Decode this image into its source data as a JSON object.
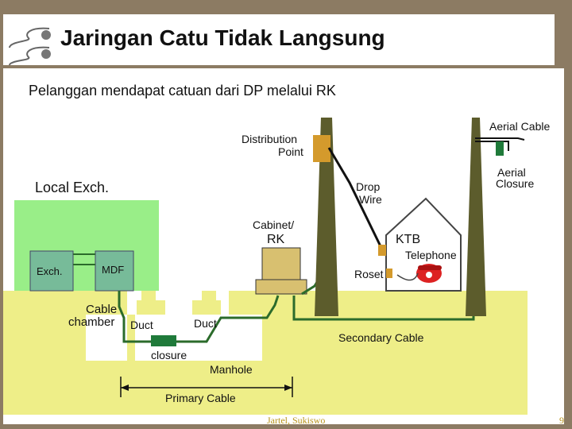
{
  "slide": {
    "title": "Jaringan Catu Tidak Langsung",
    "subtitle": "Pelanggan mendapat catuan dari DP melalui RK",
    "footer": "Jartel, Sukiswo",
    "page_number": "9"
  },
  "diagram": {
    "labels": {
      "distribution_point": [
        "Distribution",
        "Point"
      ],
      "local_exch": "Local Exch.",
      "exch": "Exch.",
      "mdf": "MDF",
      "cabinet": [
        "Cabinet/",
        "RK"
      ],
      "drop_wire": [
        "Drop",
        "Wire"
      ],
      "aerial_cable": "Aerial Cable",
      "aerial_closure": [
        "Aerial",
        "Closure"
      ],
      "ktb": "KTB",
      "telephone": "Telephone",
      "roset": "Roset",
      "cable_chamber": [
        "Cable",
        "chamber"
      ],
      "duct_left": "Duct",
      "duct_right": "Duct",
      "closure": "closure",
      "manhole": "Manhole",
      "secondary_cable": "Secondary Cable",
      "primary_cable": "Primary Cable"
    },
    "colors": {
      "ground": "#eeee88",
      "exchange_area": "#99ee88",
      "pole": "#5c5c2c",
      "cable": "#2b6b2b",
      "dp_box": "#d49a2c",
      "cabinet_box": "#d8c070",
      "house": "#ffffff",
      "closure": "#1f7a3a",
      "exch_box": "#77bb99",
      "phone": "#dd2222"
    }
  }
}
